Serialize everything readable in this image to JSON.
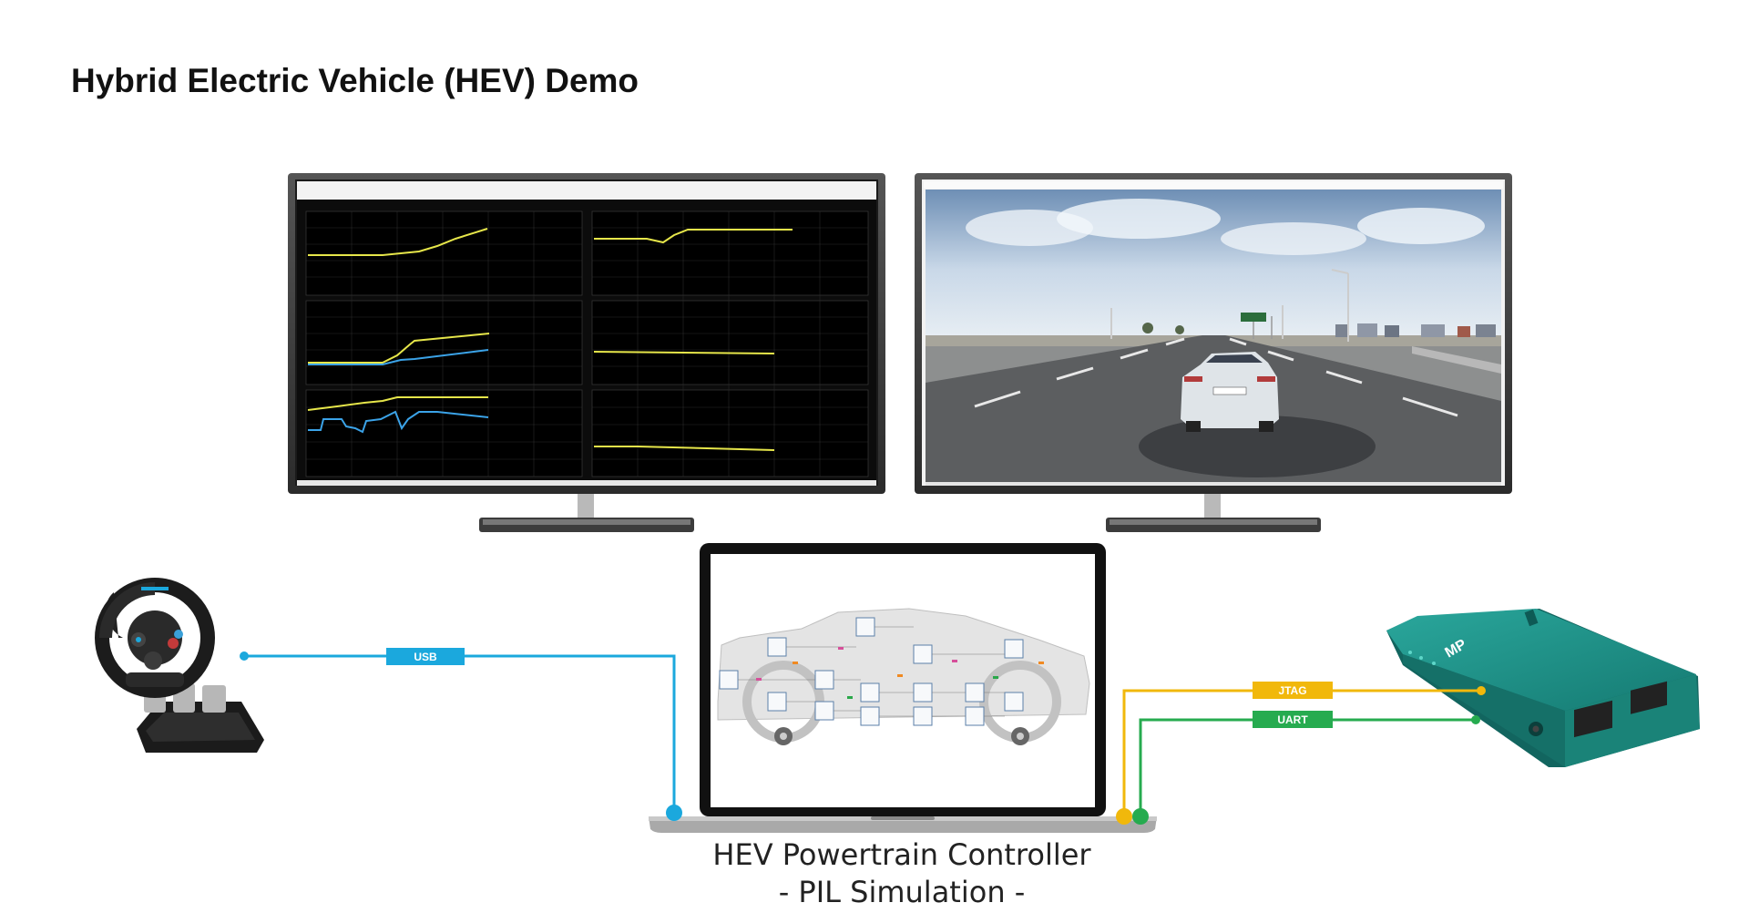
{
  "title": "Hybrid Electric Vehicle (HEV) Demo",
  "caption": {
    "line1": "HEV Powertrain Controller",
    "line2": "- PIL Simulation -"
  },
  "links": [
    {
      "label": "USB",
      "color": "#1ba8dd"
    },
    {
      "label": "JTAG",
      "color": "#f1b80b"
    },
    {
      "label": "UART",
      "color": "#26ab4f"
    }
  ],
  "device_logo": "MP",
  "colors": {
    "yellow_trace": "#e6e64a",
    "blue_trace": "#3ba3e8",
    "board": "#1c8f86"
  }
}
